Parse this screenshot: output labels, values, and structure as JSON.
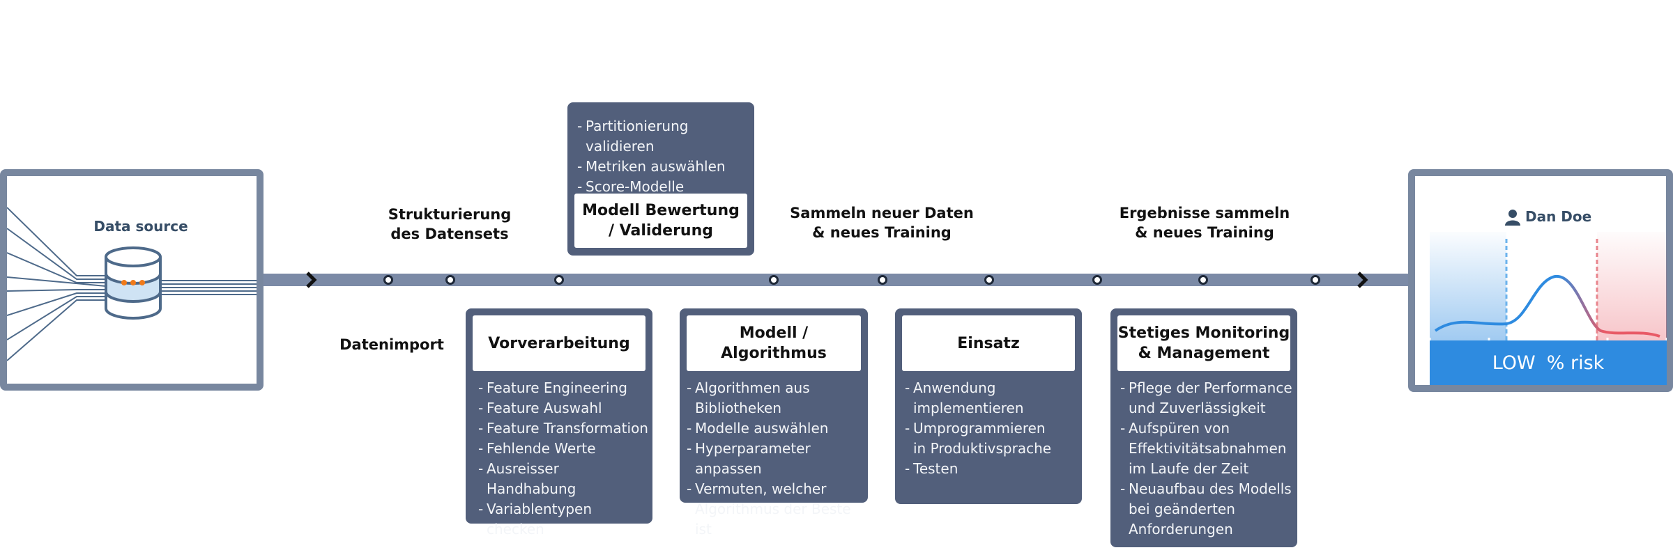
{
  "source": {
    "title": "Data source"
  },
  "labels": {
    "strukturierung": "Strukturierung\ndes Datensets",
    "datenimport": "Datenimport",
    "sammeln": "Sammeln neuer Daten\n& neues Training",
    "ergebnisse": "Ergebnisse sammeln\n& neues Training"
  },
  "steps": {
    "bewertung": {
      "title": "Modell Bewertung\n/ Validerung",
      "items": [
        "Partitionierung validieren",
        "Metriken auswählen",
        "Score-Modelle"
      ]
    },
    "vorverarbeitung": {
      "title": "Vorverarbeitung",
      "items": [
        "Feature Engineering",
        "Feature Auswahl",
        "Feature Transformation",
        "Fehlende Werte",
        "Ausreisser Handhabung",
        "Variablentypen checken"
      ]
    },
    "modell": {
      "title": "Modell / Algorithmus",
      "items": [
        "Algorithmen aus\nBibliotheken",
        "Modelle auswählen",
        "Hyperparameter anpassen",
        "Vermuten, welcher\nAlgorithmus der Beste ist"
      ]
    },
    "einsatz": {
      "title": "Einsatz",
      "items": [
        "Anwendung\nimplementieren",
        "Umprogrammieren\nin Produktivsprache",
        "Testen"
      ]
    },
    "monitoring": {
      "title": "Stetiges Monitoring\n& Management",
      "items": [
        "Pflege der Performance\nund Zuverlässigkeit",
        "Aufspüren von\nEffektivitätsabnahmen\nim Laufe der Zeit",
        "Neuaufbau des Modells\nbei geänderten\nAnforderungen"
      ]
    }
  },
  "result": {
    "user": "Dan Doe",
    "risk_level": "LOW",
    "risk_unit": "% risk"
  },
  "colors": {
    "bar": "#7b8aa6",
    "box": "#525f7b",
    "accent_blue": "#2e8be0",
    "accent_red": "#e85a66",
    "orange_dots": "#f07a1a"
  },
  "icons": [
    "database-icon",
    "user-icon",
    "chevron-right-icon"
  ]
}
